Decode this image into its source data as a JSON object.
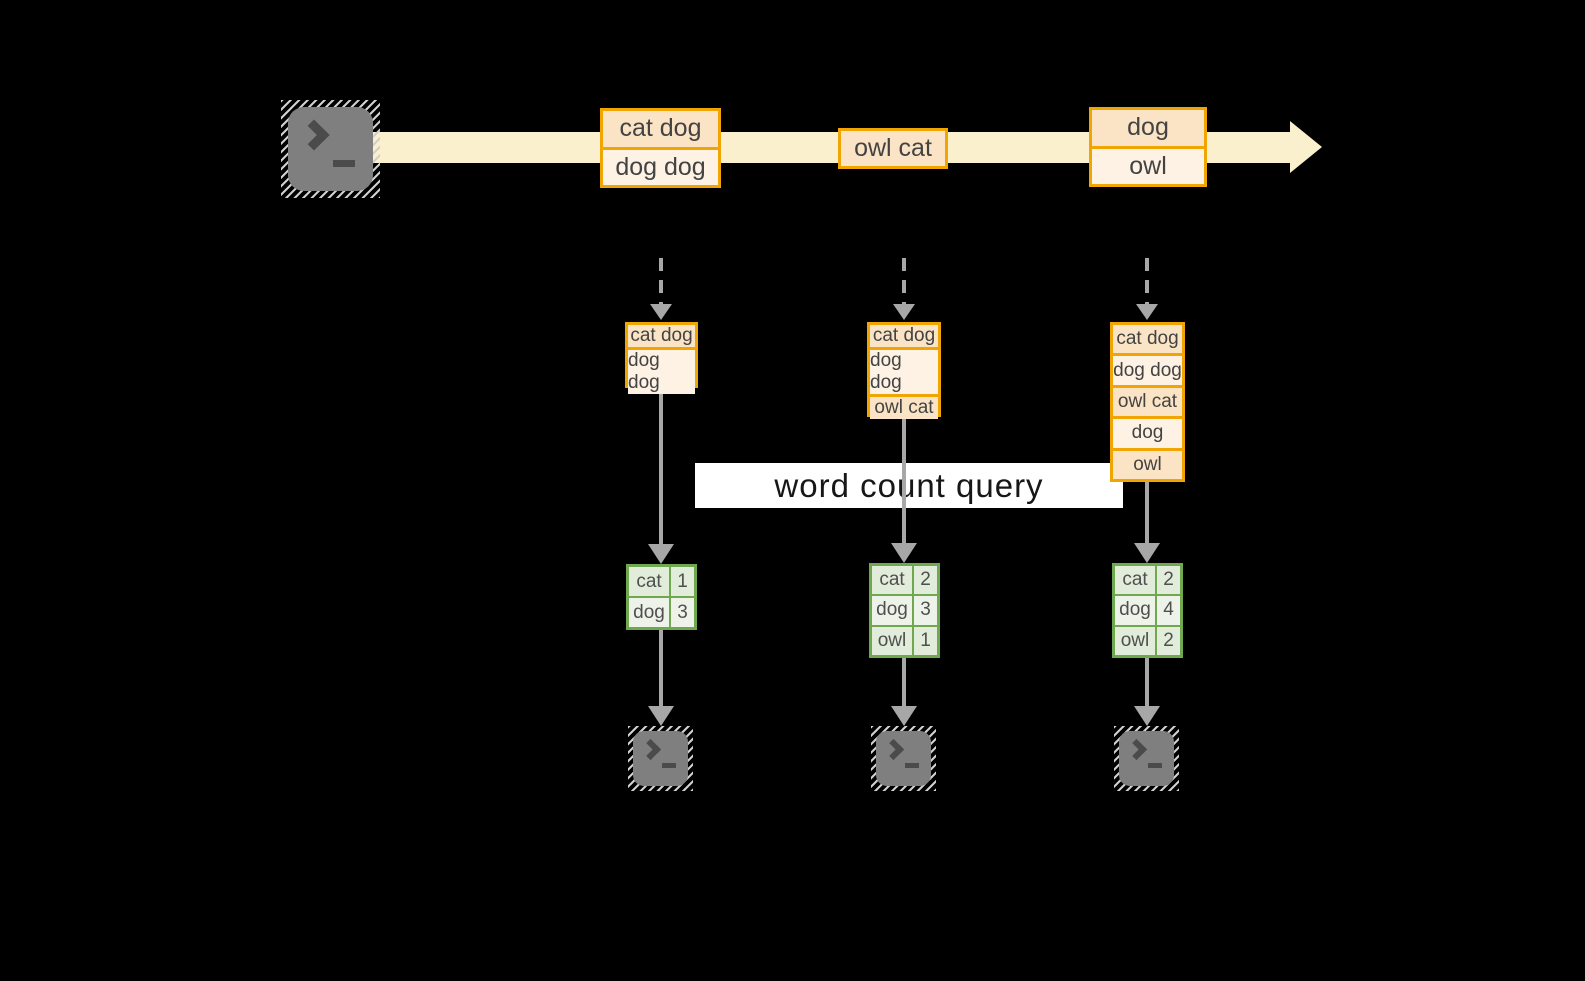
{
  "query": {
    "label": "word count query"
  },
  "stream": {
    "batches": [
      {
        "rows": [
          "cat dog",
          "dog dog"
        ]
      },
      {
        "rows": [
          "owl cat"
        ]
      },
      {
        "rows": [
          "dog",
          "owl"
        ]
      }
    ]
  },
  "states": [
    {
      "rows": [
        "cat dog",
        "dog dog"
      ]
    },
    {
      "rows": [
        "cat dog",
        "dog dog",
        "owl cat"
      ]
    },
    {
      "rows": [
        "cat dog",
        "dog dog",
        "owl cat",
        "dog",
        "owl"
      ]
    }
  ],
  "results": [
    {
      "rows": [
        {
          "word": "cat",
          "count": "1"
        },
        {
          "word": "dog",
          "count": "3"
        }
      ]
    },
    {
      "rows": [
        {
          "word": "cat",
          "count": "2"
        },
        {
          "word": "dog",
          "count": "3"
        },
        {
          "word": "owl",
          "count": "1"
        }
      ]
    },
    {
      "rows": [
        {
          "word": "cat",
          "count": "2"
        },
        {
          "word": "dog",
          "count": "4"
        },
        {
          "word": "owl",
          "count": "2"
        }
      ]
    }
  ],
  "icons": {
    "source": "terminal-icon",
    "sinks": [
      "terminal-icon",
      "terminal-icon",
      "terminal-icon"
    ]
  },
  "colors": {
    "background": "#000000",
    "stream_band": "#FAF0CE",
    "box_border": "#F0A502",
    "box_fill_dark": "#FAE4C5",
    "box_fill_light": "#FDF2E3",
    "table_border": "#6FA84F",
    "table_fill_dark": "#E2ECDA",
    "table_fill_light": "#EEF3EA",
    "arrow": "#A7A7A7",
    "terminal": "#7F7F7F",
    "query_band": "#FFFFFF"
  }
}
